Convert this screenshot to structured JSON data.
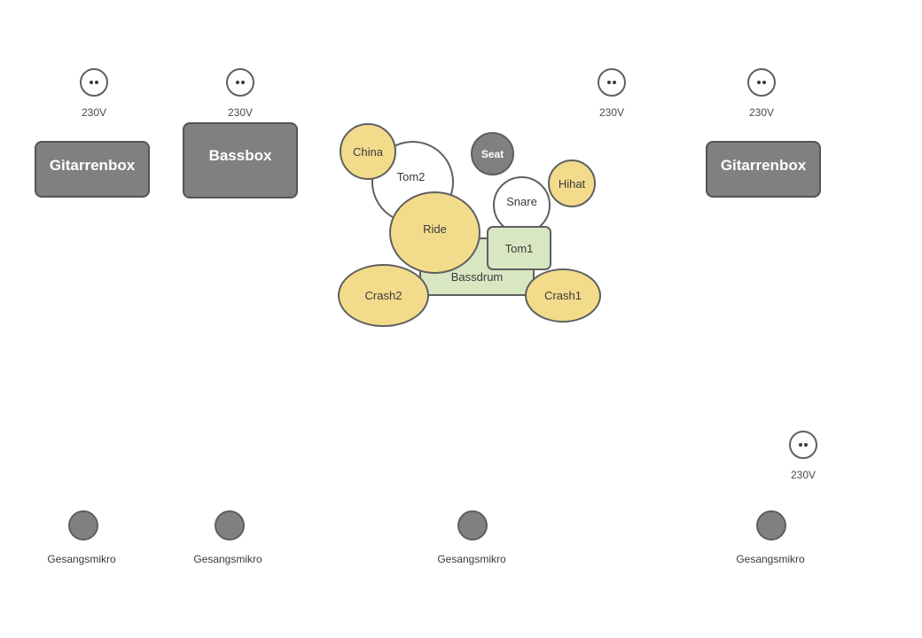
{
  "sockets": [
    {
      "label": "230V"
    },
    {
      "label": "230V"
    },
    {
      "label": "230V"
    },
    {
      "label": "230V"
    },
    {
      "label": "230V"
    }
  ],
  "speakers": {
    "guitar_left": "Gitarrenbox",
    "bass": "Bassbox",
    "guitar_right": "Gitarrenbox"
  },
  "drumkit": {
    "china": "China",
    "tom2": "Tom2",
    "seat": "Seat",
    "hihat": "Hihat",
    "snare": "Snare",
    "ride": "Ride",
    "tom1": "Tom1",
    "bassdrum": "Bassdrum",
    "crash2": "Crash2",
    "crash1": "Crash1"
  },
  "microphones": [
    {
      "label": "Gesangsmikro"
    },
    {
      "label": "Gesangsmikro"
    },
    {
      "label": "Gesangsmikro"
    },
    {
      "label": "Gesangsmikro"
    }
  ],
  "colors": {
    "cymbal": "#f2dc8c",
    "drum_green": "#d9e6c2",
    "gray_fill": "#808080",
    "outline": "#5f5f5f"
  }
}
